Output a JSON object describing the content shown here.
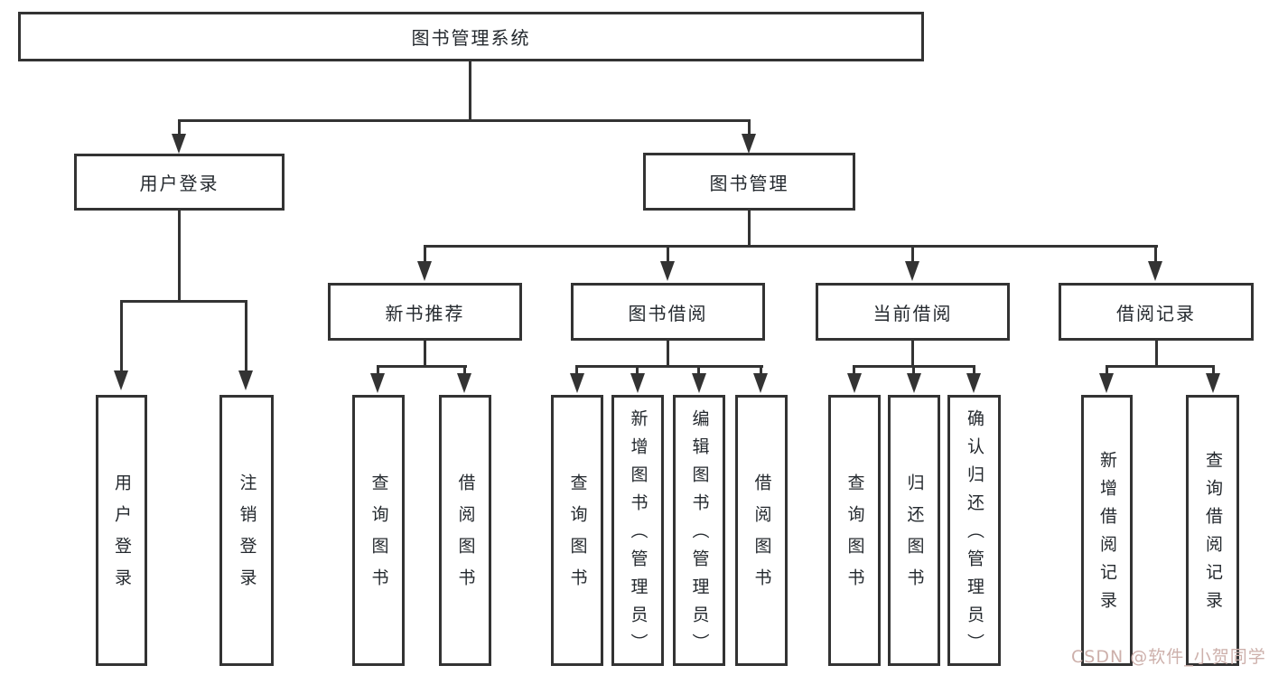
{
  "diagram": {
    "type": "hierarchy-tree",
    "root": {
      "label": "图书管理系统"
    },
    "branches": [
      {
        "label": "用户登录",
        "children": [
          "用户登录",
          "注销登录"
        ]
      },
      {
        "label": "图书管理",
        "children": [
          {
            "label": "新书推荐",
            "children": [
              "查询图书",
              "借阅图书"
            ]
          },
          {
            "label": "图书借阅",
            "children": [
              "查询图书",
              "新增图书（管理员）",
              "编辑图书（管理员）",
              "借阅图书"
            ]
          },
          {
            "label": "当前借阅",
            "children": [
              "查询图书",
              "归还图书",
              "确认归还（管理员）"
            ]
          },
          {
            "label": "借阅记录",
            "children": [
              "新增借阅记录",
              "查询借阅记录"
            ]
          }
        ]
      }
    ]
  },
  "watermark": {
    "text": "CSDN @软件_小贺同学",
    "color": "#cdb0ab"
  },
  "colors": {
    "line": "#333333",
    "box_border": "#333333",
    "box_background": "#ffffff",
    "text": "#24292e",
    "page_background": "#ffffff"
  }
}
